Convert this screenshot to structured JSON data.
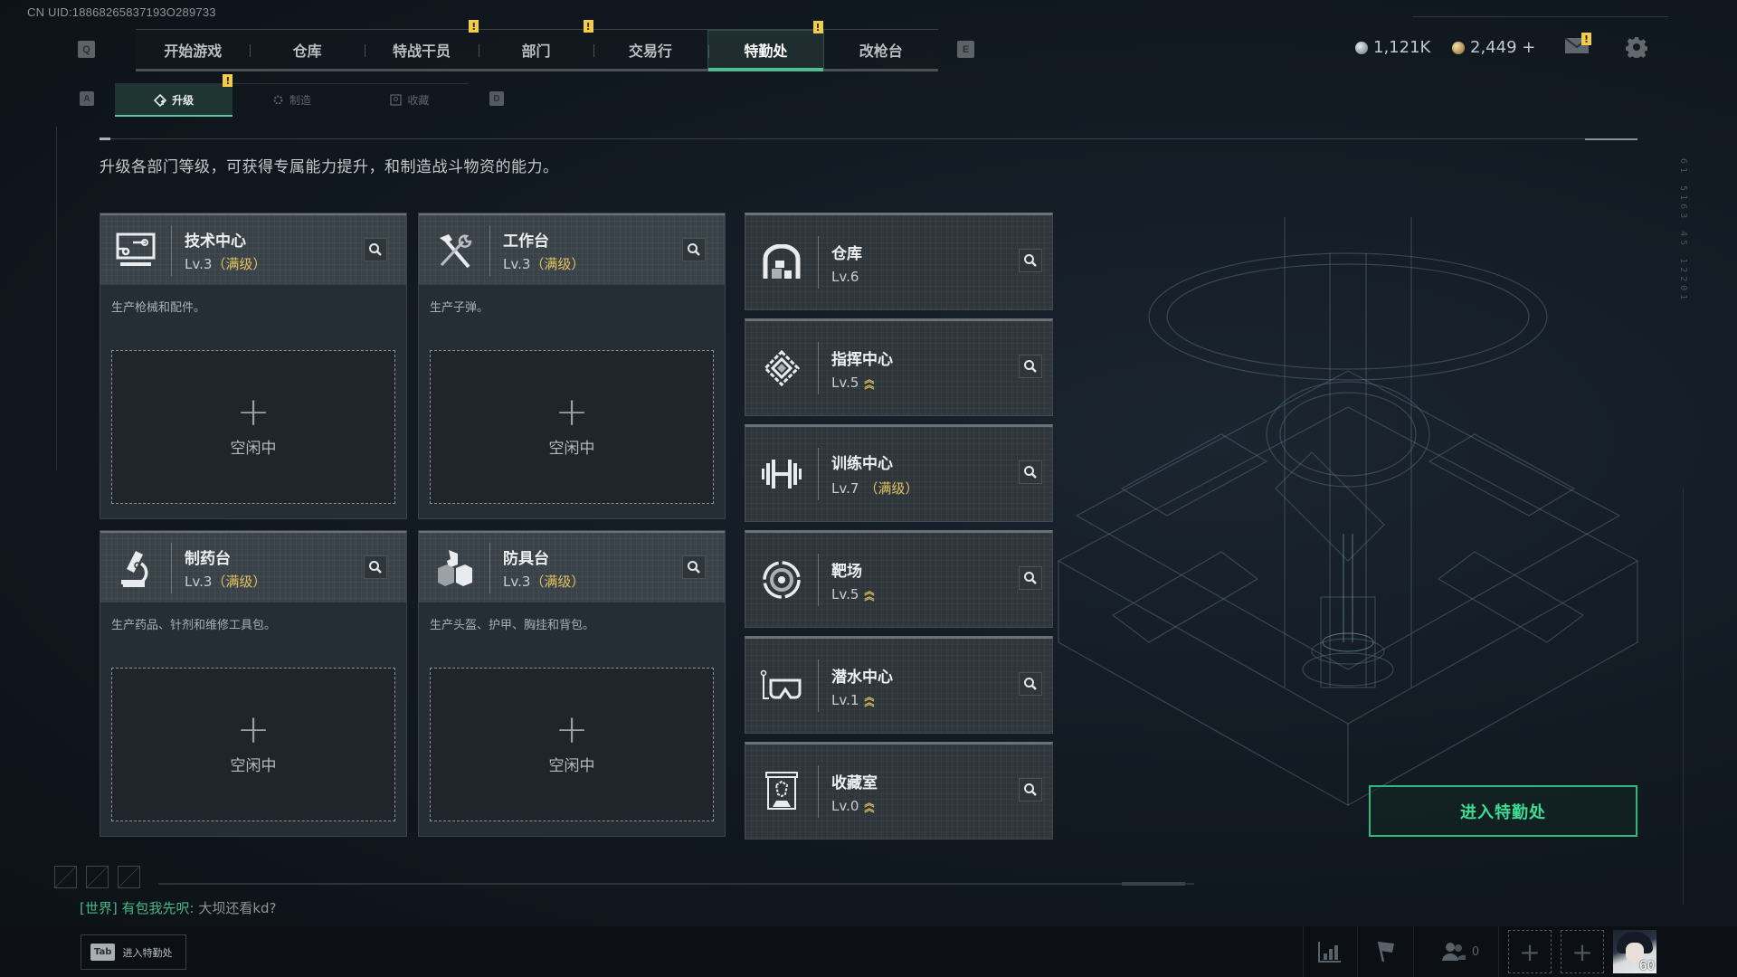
{
  "header": {
    "uid": "CN UID:18868265837193O289733",
    "nav_key_left": "Q",
    "nav_key_right": "E",
    "tabs": [
      {
        "label": "开始游戏",
        "alert": false
      },
      {
        "label": "仓库",
        "alert": false
      },
      {
        "label": "特战干员",
        "alert": true
      },
      {
        "label": "部门",
        "alert": true
      },
      {
        "label": "交易行",
        "alert": false
      },
      {
        "label": "特勤处",
        "alert": true,
        "active": true
      },
      {
        "label": "改枪台",
        "alert": false
      }
    ],
    "alert_glyph": "!",
    "currency_silver": "1,121K",
    "currency_gold": "2,449 +",
    "mail_alert": "!"
  },
  "subnav": {
    "key_left": "A",
    "key_right": "D",
    "tabs": [
      {
        "label": "升级",
        "icon": "upgrade-icon",
        "active": true,
        "alert": true
      },
      {
        "label": "制造",
        "icon": "craft-gear-icon",
        "active": false
      },
      {
        "label": "收藏",
        "icon": "collection-icon",
        "active": false
      }
    ]
  },
  "description": "升级各部门等级，可获得专属能力提升，和制造战斗物资的能力。",
  "production_cards": [
    {
      "name": "技术中心",
      "level": "Lv.3",
      "max_label": "（满级）",
      "desc": "生产枪械和配件。",
      "slot_plus": "+",
      "slot_status": "空闲中",
      "icon": "tech-monitor-icon"
    },
    {
      "name": "工作台",
      "level": "Lv.3",
      "max_label": "（满级）",
      "desc": "生产子弹。",
      "slot_plus": "+",
      "slot_status": "空闲中",
      "icon": "hammer-wrench-icon"
    },
    {
      "name": "制药台",
      "level": "Lv.3",
      "max_label": "（满级）",
      "desc": "生产药品、针剂和维修工具包。",
      "slot_plus": "+",
      "slot_status": "空闲中",
      "icon": "microscope-icon"
    },
    {
      "name": "防具台",
      "level": "Lv.3",
      "max_label": "（满级）",
      "desc": "生产头盔、护甲、胸挂和背包。",
      "slot_plus": "+",
      "slot_status": "空闲中",
      "icon": "armor-blocks-icon"
    }
  ],
  "facility_cards": [
    {
      "name": "仓库",
      "level": "Lv.6",
      "max_label": "",
      "upgradable": false,
      "icon": "warehouse-icon"
    },
    {
      "name": "指挥中心",
      "level": "Lv.5",
      "max_label": "",
      "upgradable": true,
      "icon": "command-chip-icon"
    },
    {
      "name": "训练中心",
      "level": "Lv.7",
      "max_label": "（满级）",
      "upgradable": false,
      "icon": "dumbbell-icon"
    },
    {
      "name": "靶场",
      "level": "Lv.5",
      "max_label": "",
      "upgradable": true,
      "icon": "target-icon"
    },
    {
      "name": "潜水中心",
      "level": "Lv.1",
      "max_label": "",
      "upgradable": true,
      "icon": "diving-mask-icon"
    },
    {
      "name": "收藏室",
      "level": "Lv.0",
      "max_label": "",
      "upgradable": true,
      "icon": "display-case-icon"
    }
  ],
  "enter_button": "进入特勤处",
  "chat": {
    "channel": "[世界]",
    "user": "有包我先呎:",
    "message": " 大坝还看kd?"
  },
  "tab_hint": {
    "key": "Tab",
    "label": "进入特勤处"
  },
  "bottom_bar": {
    "friends_count": "0",
    "avatar_level": "60",
    "add_slot": "+"
  },
  "side_vertical_label": "61 5163 45 12201",
  "colors": {
    "accent_green": "#4fbf8d",
    "alert_yellow": "#f2cd4b",
    "max_level_gold": "#e3c35f"
  }
}
